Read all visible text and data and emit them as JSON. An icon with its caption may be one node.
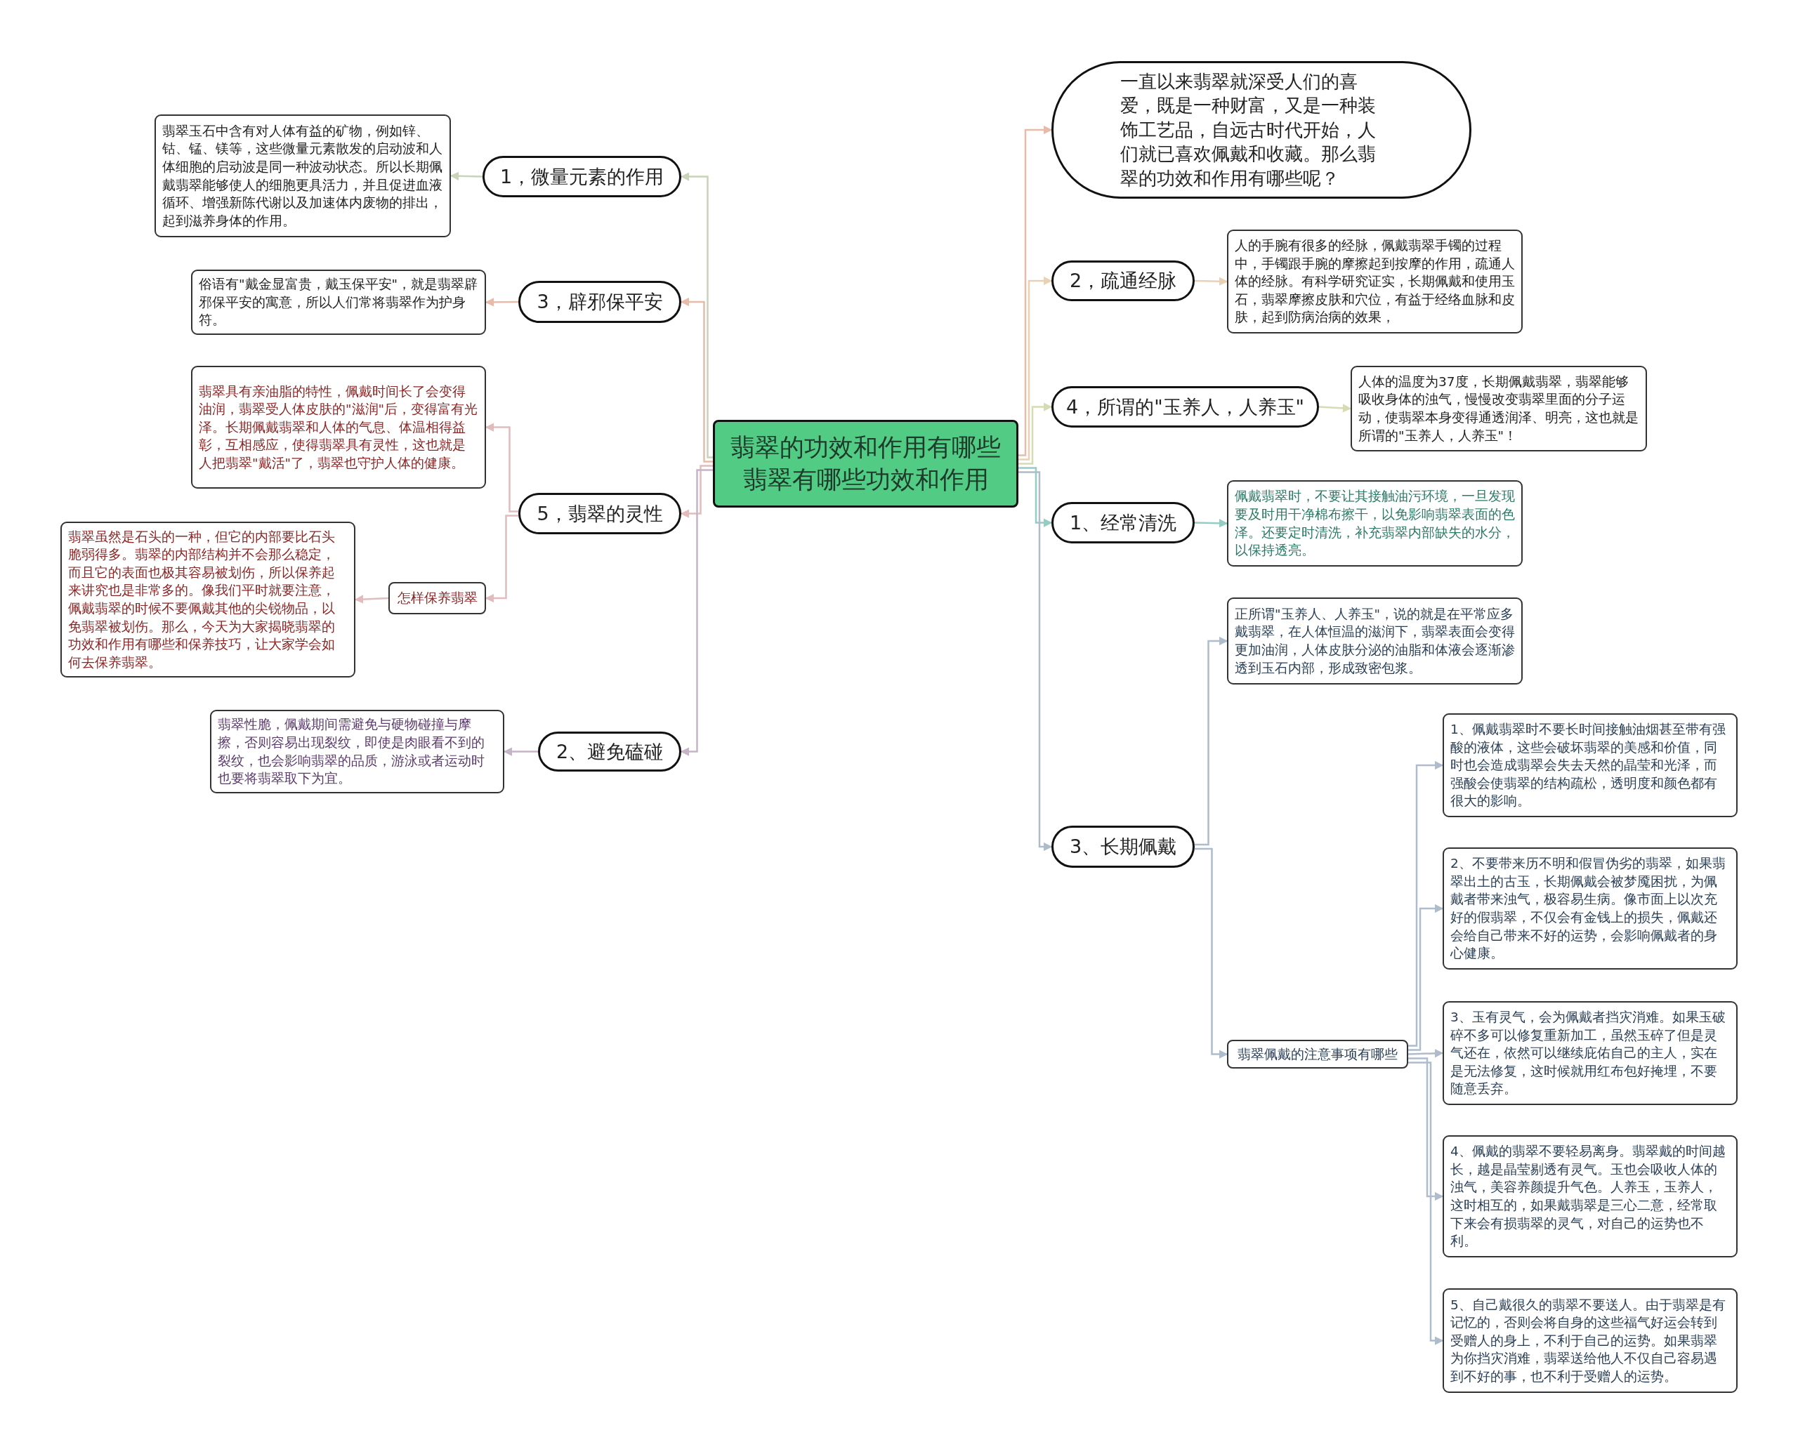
{
  "diagram": {
    "nodes": [
      {
        "text": [
          "翡翠的功效和作用有哪些翡翠有哪些功效和作用"
        ]
      },
      {
        "text": [
          "1，微量元素的作用"
        ]
      },
      {
        "text": [
          "翡翠玉石中含有对人体有益的矿物，例如锌、钴、锰、镁等，这些微量元素散发的启动波和人体细胞的启动波是同一种波动状态。所以长期佩戴翡翠能够使人的细胞更具活力，并且促进血液循环、增强新陈代谢以及加速体内废物的排出，起到滋养身体的作用。"
        ]
      },
      {
        "text": [
          "3，辟邪保平安"
        ]
      },
      {
        "text": [
          "俗语有\"戴金显富贵，戴玉保平安\"，就是翡翠辟邪保平安的寓意，所以人们常将翡翠作为护身符。"
        ]
      },
      {
        "text": [
          "5，翡翠的灵性"
        ]
      },
      {
        "text": [
          "翡翠具有亲油脂的特性，佩戴时间长了会变得油润，翡翠受人体皮肤的\"滋润\"后，变得富有光泽。长期佩戴翡翠和人体的气息、体温相得益彰，互相感应，使得翡翠具有灵性，这也就是人把翡翠\"戴活\"了，翡翠也守护人体的健康。"
        ]
      },
      {
        "text": [
          "怎样保养翡翠"
        ]
      },
      {
        "text": [
          "翡翠虽然是石头的一种，但它的内部要比石头脆弱得多。翡翠的内部结构并不会那么稳定，而且它的表面也极其容易被划伤，所以保养起来讲究也是非常多的。像我们平时就要注意，佩戴翡翠的时候不要佩戴其他的尖锐物品，以免翡翠被划伤。那么，今天为大家揭晓翡翠的功效和作用有哪些和保养技巧，让大家学会如何去保养翡翠。"
        ]
      },
      {
        "text": [
          "2、避免磕碰"
        ]
      },
      {
        "text": [
          "翡翠性脆，佩戴期间需避免与硬物碰撞与摩擦，否则容易出现裂纹，即使是肉眼看不到的裂纹，也会影响翡翠的品质，游泳或者运动时也要将翡翠取下为宜。"
        ]
      },
      {
        "text": [
          "一直以来翡翠就深受人们的喜爱，既是一种财富，又是一种装饰工艺品，自远古时代开始，人们就已喜欢佩戴和收藏。那么翡翠的功效和作用有哪些呢？"
        ]
      },
      {
        "text": [
          "2，疏通经脉"
        ]
      },
      {
        "text": [
          "人的手腕有很多的经脉，佩戴翡翠手镯的过程中，手镯跟手腕的摩擦起到按摩的作用，疏通人体的经脉。有科学研究证实，长期佩戴和使用玉石，翡翠摩擦皮肤和穴位，有益于经络血脉和皮肤，起到防病治病的效果，"
        ]
      },
      {
        "text": [
          "4，所谓的\"玉养人，人养玉\""
        ]
      },
      {
        "text": [
          "人体的温度为37度，长期佩戴翡翠，翡翠能够吸收身体的浊气，慢慢改变翡翠里面的分子运动，使翡翠本身变得通透润泽、明亮，这也就是所谓的\"玉养人，人养玉\"！"
        ]
      },
      {
        "text": [
          "1、经常清洗"
        ]
      },
      {
        "text": [
          "佩戴翡翠时，不要让其接触油污环境，一旦发现要及时用干净棉布擦干，以免影响翡翠表面的色泽。还要定时清洗，补充翡翠内部缺失的水分，以保持透亮。"
        ]
      },
      {
        "text": [
          "3、长期佩戴"
        ]
      },
      {
        "text": [
          "正所谓\"玉养人、人养玉\"，说的就是在平常应多戴翡翠，在人体恒温的滋润下，翡翠表面会变得更加油润，人体皮肤分泌的油脂和体液会逐渐渗透到玉石内部，形成致密包浆。"
        ]
      },
      {
        "text": [
          "翡翠佩戴的注意事项有哪些"
        ]
      },
      {
        "text": [
          "1、佩戴翡翠时不要长时间接触油烟甚至带有强酸的液体，这些会破坏翡翠的美感和价值，同时也会造成翡翠会失去天然的晶莹和光泽，而强酸会使翡翠的结构疏松，透明度和颜色都有很大的影响。"
        ]
      },
      {
        "text": [
          "2、不要带来历不明和假冒伪劣的翡翠，如果翡翠出土的古玉，长期佩戴会被梦魇困扰，为佩戴者带来浊气，极容易生病。像市面上以次充好的假翡翠，不仅会有金钱上的损失，佩戴还会给自己带来不好的运势，会影响佩戴者的身心健康。"
        ]
      },
      {
        "text": [
          "3、玉有灵气，会为佩戴者挡灾消难。如果玉破碎不多可以修复重新加工，虽然玉碎了但是灵气还在，依然可以继续庇佑自己的主人，实在是无法修复，这时候就用红布包好掩埋，不要随意丢弃。"
        ]
      },
      {
        "text": [
          "4、佩戴的翡翠不要轻易离身。翡翠戴的时间越长，越是晶莹剔透有灵气。玉也会吸收人体的浊气，美容养颜提升气色。人养玉，玉养人，这时相互的，如果戴翡翠是三心二意，经常取下来会有损翡翠的灵气，对自己的运势也不利。"
        ]
      },
      {
        "text": [
          "5、自己戴很久的翡翠不要送人。由于翡翠是有记忆的，否则会将自身的这些福气好运会转到受赠人的身上，不利于自己的运势。如果翡翠为你挡灾消难，翡翠送给他人不仅自己容易遇到不好的事，也不利于受赠人的运势。"
        ]
      }
    ],
    "edges": [
      {
        "from": 0,
        "to": 1,
        "arrow": "to",
        "color": "#c9d3b9"
      },
      {
        "from": 0,
        "to": 3,
        "arrow": "to",
        "color": "#e8bba9"
      },
      {
        "from": 0,
        "to": 5,
        "arrow": "to",
        "color": "#e2bcbc"
      },
      {
        "from": 0,
        "to": 9,
        "arrow": "to",
        "color": "#c6b4c6"
      },
      {
        "from": 1,
        "to": 2,
        "arrow": "to",
        "color": "#c9d3b9"
      },
      {
        "from": 3,
        "to": 4,
        "arrow": "to",
        "color": "#e8bba9"
      },
      {
        "from": 5,
        "to": 6,
        "arrow": "to",
        "color": "#e2bcbc"
      },
      {
        "from": 5,
        "to": 7,
        "arrow": "to",
        "color": "#e2bcbc"
      },
      {
        "from": 7,
        "to": 8,
        "arrow": "to",
        "color": "#e2bcbc"
      },
      {
        "from": 9,
        "to": 10,
        "arrow": "to",
        "color": "#c6b4c6"
      },
      {
        "from": 0,
        "to": 11,
        "arrow": "to",
        "color": "#e8bba9"
      },
      {
        "from": 0,
        "to": 12,
        "arrow": "to",
        "color": "#ead1b4"
      },
      {
        "from": 0,
        "to": 14,
        "arrow": "to",
        "color": "#d8dbb2"
      },
      {
        "from": 0,
        "to": 16,
        "arrow": "to",
        "color": "#94cdc4"
      },
      {
        "from": 0,
        "to": 18,
        "arrow": "to",
        "color": "#aebccb"
      },
      {
        "from": 12,
        "to": 13,
        "arrow": "to",
        "color": "#ead1b4"
      },
      {
        "from": 14,
        "to": 15,
        "arrow": "to",
        "color": "#d8dbb2"
      },
      {
        "from": 16,
        "to": 17,
        "arrow": "to",
        "color": "#94cdc4"
      },
      {
        "from": 18,
        "to": 19,
        "arrow": "to",
        "color": "#aebccb"
      },
      {
        "from": 18,
        "to": 20,
        "arrow": "to",
        "color": "#aebccb"
      },
      {
        "from": 20,
        "to": 21,
        "arrow": "to",
        "color": "#aebccb"
      },
      {
        "from": 20,
        "to": 22,
        "arrow": "to",
        "color": "#aebccb"
      },
      {
        "from": 20,
        "to": 23,
        "arrow": "to",
        "color": "#aebccb"
      },
      {
        "from": 20,
        "to": 24,
        "arrow": "to",
        "color": "#aebccb"
      },
      {
        "from": 20,
        "to": 25,
        "arrow": "to",
        "color": "#aebccb"
      }
    ]
  }
}
